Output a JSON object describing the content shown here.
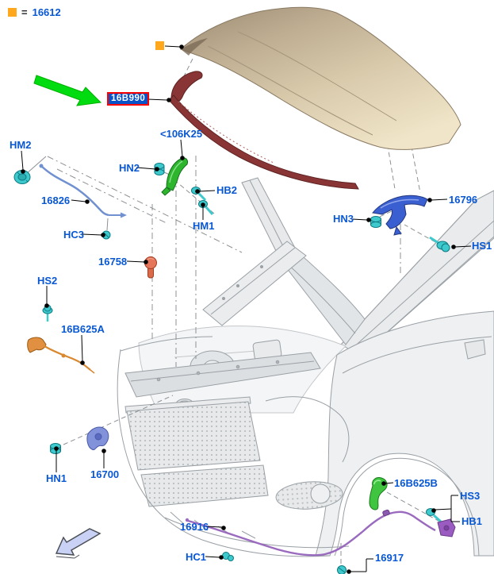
{
  "legend": {
    "equals": "=",
    "part_number": "16612"
  },
  "highlighted_part": {
    "part_number": "16B990"
  },
  "callouts": [
    {
      "id": "hm2",
      "text": "HM2"
    },
    {
      "id": "p16826",
      "text": "16826"
    },
    {
      "id": "hc3",
      "text": "HC3"
    },
    {
      "id": "hn2",
      "text": "HN2"
    },
    {
      "id": "k106",
      "text": "<106K25"
    },
    {
      "id": "hb2",
      "text": "HB2"
    },
    {
      "id": "hm1",
      "text": "HM1"
    },
    {
      "id": "p16758",
      "text": "16758"
    },
    {
      "id": "hs2",
      "text": "HS2"
    },
    {
      "id": "p16b625a",
      "text": "16B625A"
    },
    {
      "id": "hn1",
      "text": "HN1"
    },
    {
      "id": "p16700",
      "text": "16700"
    },
    {
      "id": "p16916",
      "text": "16916"
    },
    {
      "id": "hc1",
      "text": "HC1"
    },
    {
      "id": "p16b625b",
      "text": "16B625B"
    },
    {
      "id": "hs3",
      "text": "HS3"
    },
    {
      "id": "hb1",
      "text": "HB1"
    },
    {
      "id": "p16917",
      "text": "16917"
    },
    {
      "id": "hn3",
      "text": "HN3"
    },
    {
      "id": "p16796",
      "text": "16796"
    },
    {
      "id": "hs1",
      "text": "HS1"
    }
  ],
  "icons": {
    "highlight_arrow": "green-arrow",
    "direction_arrow": "blue-outline-arrow",
    "legend_marker": "orange-square",
    "hood_marker": "orange-square"
  },
  "colors": {
    "callout_text": "#0857D3",
    "highlight_label_bg": "#0A52C8",
    "highlight_label_border": "#FF0000",
    "highlight_arrow_green": "#00DC10",
    "legend_marker_orange": "#FFA81E",
    "hood_tan": "#D8C9AB",
    "seal_dark_red": "#8A3535",
    "fastener_teal": "#3EC9CD",
    "bracket_green": "#2DB52D",
    "bracket_blue": "#3A5FD0",
    "latch_blue": "#8191DA",
    "cable_blue": "#7090D0",
    "cable_orange": "#D9882E",
    "cable_purple": "#9A6ABF",
    "handle_green": "#3FC53F",
    "bumper_orange": "#E5765A",
    "nav_arrow_blue": "#C9D2F5"
  }
}
